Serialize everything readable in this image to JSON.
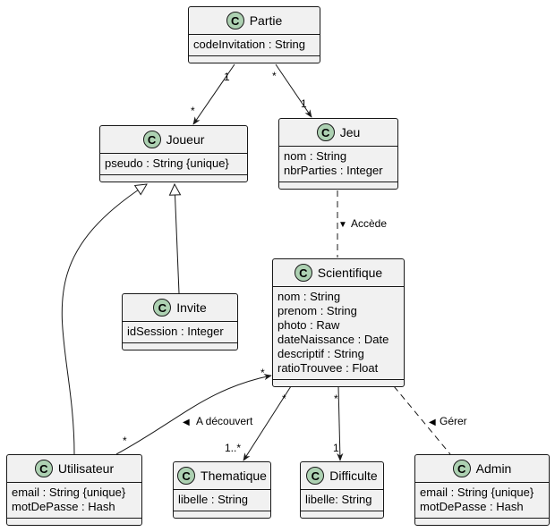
{
  "classes": {
    "partie": {
      "icon": "C",
      "name": "Partie",
      "attributes": [
        "codeInvitation : String"
      ]
    },
    "joueur": {
      "icon": "C",
      "name": "Joueur",
      "attributes": [
        "pseudo : String {unique}"
      ]
    },
    "jeu": {
      "icon": "C",
      "name": "Jeu",
      "attributes": [
        "nom : String",
        "nbrParties : Integer"
      ]
    },
    "invite": {
      "icon": "C",
      "name": "Invite",
      "attributes": [
        "idSession : Integer"
      ]
    },
    "scientifique": {
      "icon": "C",
      "name": "Scientifique",
      "attributes": [
        "nom : String",
        "prenom : String",
        "photo : Raw",
        "dateNaissance : Date",
        "descriptif : String",
        "ratioTrouvee : Float"
      ]
    },
    "utilisateur": {
      "icon": "C",
      "name": "Utilisateur",
      "attributes": [
        "email : String {unique}",
        "motDePasse : Hash"
      ]
    },
    "thematique": {
      "icon": "C",
      "name": "Thematique",
      "attributes": [
        "libelle : String"
      ]
    },
    "difficulte": {
      "icon": "C",
      "name": "Difficulte",
      "attributes": [
        "libelle: String"
      ]
    },
    "admin": {
      "icon": "C",
      "name": "Admin",
      "attributes": [
        "email : String {unique}",
        "motDePasse : Hash"
      ]
    }
  },
  "relations": {
    "partie_joueur": {
      "from_mult": "1",
      "to_mult": "*"
    },
    "partie_jeu": {
      "from_mult": "*",
      "to_mult": "1"
    },
    "jeu_scientifique": {
      "label": "Accède",
      "direction_glyph": "▼"
    },
    "utilisateur_scientifique": {
      "label": "A découvert",
      "direction_glyph": "◀",
      "from_mult": "*",
      "to_mult": "*"
    },
    "scientifique_thematique": {
      "from_mult": "*",
      "to_mult": "1..*"
    },
    "scientifique_difficulte": {
      "from_mult": "*",
      "to_mult": "1"
    },
    "admin_scientifique": {
      "label": "Gérer",
      "direction_glyph": "◀"
    }
  },
  "colors": {
    "class_fill": "#f1f1f1",
    "badge_fill": "#add1b2",
    "stroke": "#181818"
  }
}
